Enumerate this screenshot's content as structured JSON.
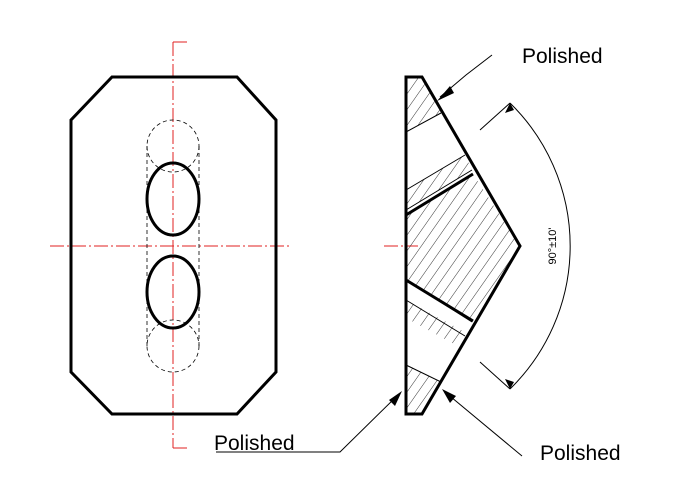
{
  "labels": {
    "top_right": "Polished",
    "bottom_left": "Polished",
    "bottom_right": "Polished"
  },
  "dimension": {
    "angle": "90°±10'"
  },
  "colors": {
    "outline": "#000000",
    "centerline": "#e02020"
  }
}
